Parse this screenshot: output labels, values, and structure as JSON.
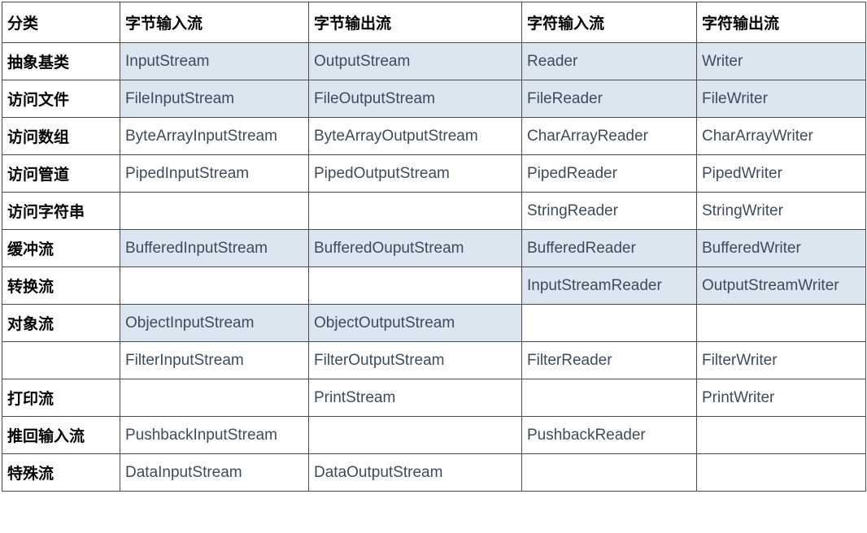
{
  "table": {
    "columns": [
      {
        "key": "category",
        "label": "分类"
      },
      {
        "key": "byte_in",
        "label": "字节输入流"
      },
      {
        "key": "byte_out",
        "label": "字节输出流"
      },
      {
        "key": "char_in",
        "label": "字符输入流"
      },
      {
        "key": "char_out",
        "label": "字符输出流"
      }
    ],
    "rows": [
      {
        "category": "抽象基类",
        "byte_in": "InputStream",
        "byte_out": "OutputStream",
        "char_in": "Reader",
        "char_out": "Writer",
        "highlight": [
          "byte_in",
          "byte_out",
          "char_in",
          "char_out"
        ]
      },
      {
        "category": "访问文件",
        "byte_in": "FileInputStream",
        "byte_out": "FileOutputStream",
        "char_in": "FileReader",
        "char_out": "FileWriter",
        "highlight": [
          "byte_in",
          "byte_out",
          "char_in",
          "char_out"
        ]
      },
      {
        "category": "访问数组",
        "byte_in": "ByteArrayInputStream",
        "byte_out": "ByteArrayOutputStream",
        "char_in": "CharArrayReader",
        "char_out": "CharArrayWriter",
        "highlight": []
      },
      {
        "category": "访问管道",
        "byte_in": "PipedInputStream",
        "byte_out": "PipedOutputStream",
        "char_in": "PipedReader",
        "char_out": "PipedWriter",
        "highlight": []
      },
      {
        "category": "访问字符串",
        "byte_in": "",
        "byte_out": "",
        "char_in": "StringReader",
        "char_out": "StringWriter",
        "highlight": []
      },
      {
        "category": "缓冲流",
        "byte_in": "BufferedInputStream",
        "byte_out": "BufferedOuputStream",
        "char_in": "BufferedReader",
        "char_out": "BufferedWriter",
        "highlight": [
          "byte_in",
          "byte_out",
          "char_in",
          "char_out"
        ]
      },
      {
        "category": "转换流",
        "byte_in": "",
        "byte_out": "",
        "char_in": "InputStreamReader",
        "char_out": "OutputStreamWriter",
        "highlight": [
          "char_in",
          "char_out"
        ]
      },
      {
        "category": "对象流",
        "byte_in": "ObjectInputStream",
        "byte_out": "ObjectOutputStream",
        "char_in": "",
        "char_out": "",
        "highlight": [
          "byte_in",
          "byte_out"
        ]
      },
      {
        "category": "",
        "byte_in": "FilterInputStream",
        "byte_out": "FilterOutputStream",
        "char_in": "FilterReader",
        "char_out": "FilterWriter",
        "highlight": []
      },
      {
        "category": "打印流",
        "byte_in": "",
        "byte_out": "PrintStream",
        "char_in": "",
        "char_out": "PrintWriter",
        "highlight": []
      },
      {
        "category": "推回输入流",
        "byte_in": "PushbackInputStream",
        "byte_out": "",
        "char_in": "PushbackReader",
        "char_out": "",
        "highlight": []
      },
      {
        "category": "特殊流",
        "byte_in": "DataInputStream",
        "byte_out": "DataOutputStream",
        "char_in": "",
        "char_out": "",
        "highlight": []
      }
    ]
  },
  "colors": {
    "highlight_background": "#dce6f1",
    "grid_line": "#4a4a4a",
    "header_text": "#000000",
    "category_text": "#000000",
    "value_text": "#3f4a5a",
    "page_background": "#ffffff"
  }
}
